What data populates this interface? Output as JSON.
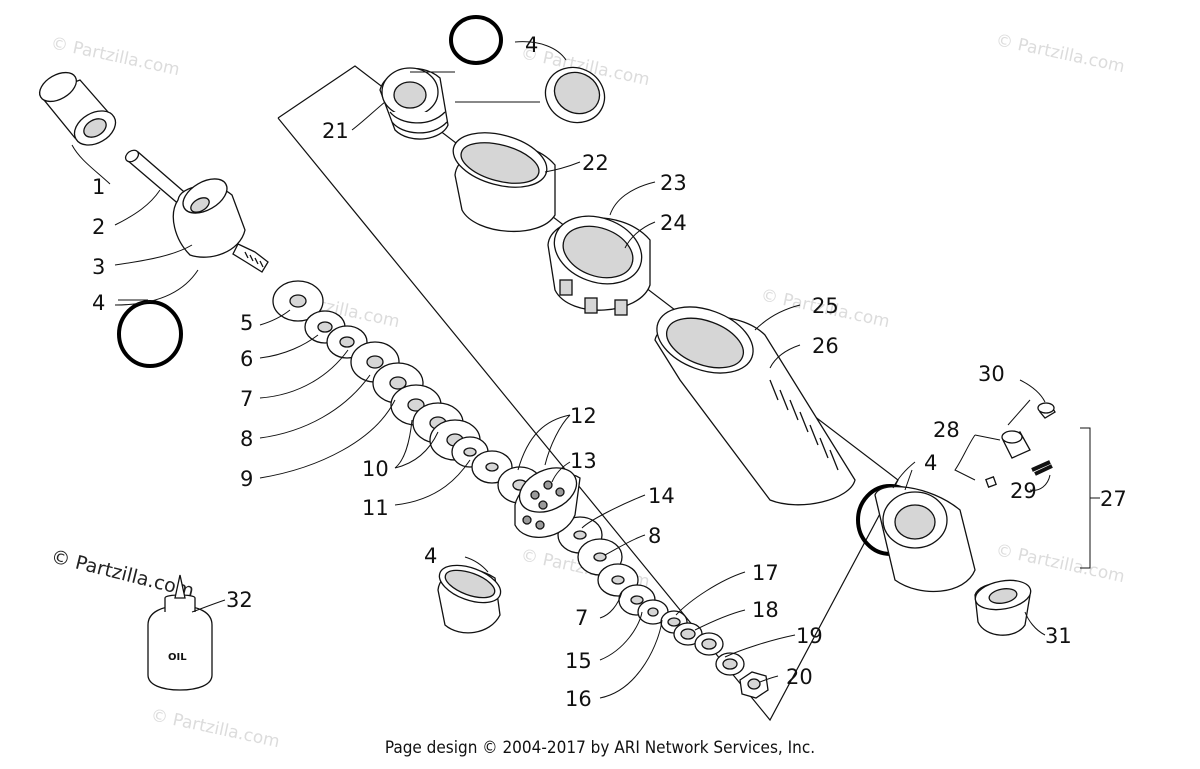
{
  "watermarks": [
    "© Partzilla.com",
    "© Partzilla.com",
    "© Partzilla.com",
    "© Partzilla.com",
    "© Partzilla.com",
    "© Partzilla.com",
    "© Partzilla.com",
    "© Partzilla.com"
  ],
  "watermark_main": "© Partzilla.com",
  "oil_bottle_label": "OIL",
  "footer": "Page design © 2004-2017 by ARI Network Services, Inc.",
  "callouts": {
    "c1": "1",
    "c2": "2",
    "c3": "3",
    "c4a": "4",
    "c4b": "4",
    "c4c": "4",
    "c4d": "4",
    "c5": "5",
    "c6": "6",
    "c7a": "7",
    "c7b": "7",
    "c8a": "8",
    "c8b": "8",
    "c9": "9",
    "c10": "10",
    "c11": "11",
    "c12": "12",
    "c13": "13",
    "c14": "14",
    "c15": "15",
    "c16": "16",
    "c17": "17",
    "c18": "18",
    "c19": "19",
    "c20": "20",
    "c21": "21",
    "c22": "22",
    "c23": "23",
    "c24": "24",
    "c25": "25",
    "c26": "26",
    "c27": "27",
    "c28": "28",
    "c29": "29",
    "c30": "30",
    "c31": "31",
    "c32": "32"
  }
}
